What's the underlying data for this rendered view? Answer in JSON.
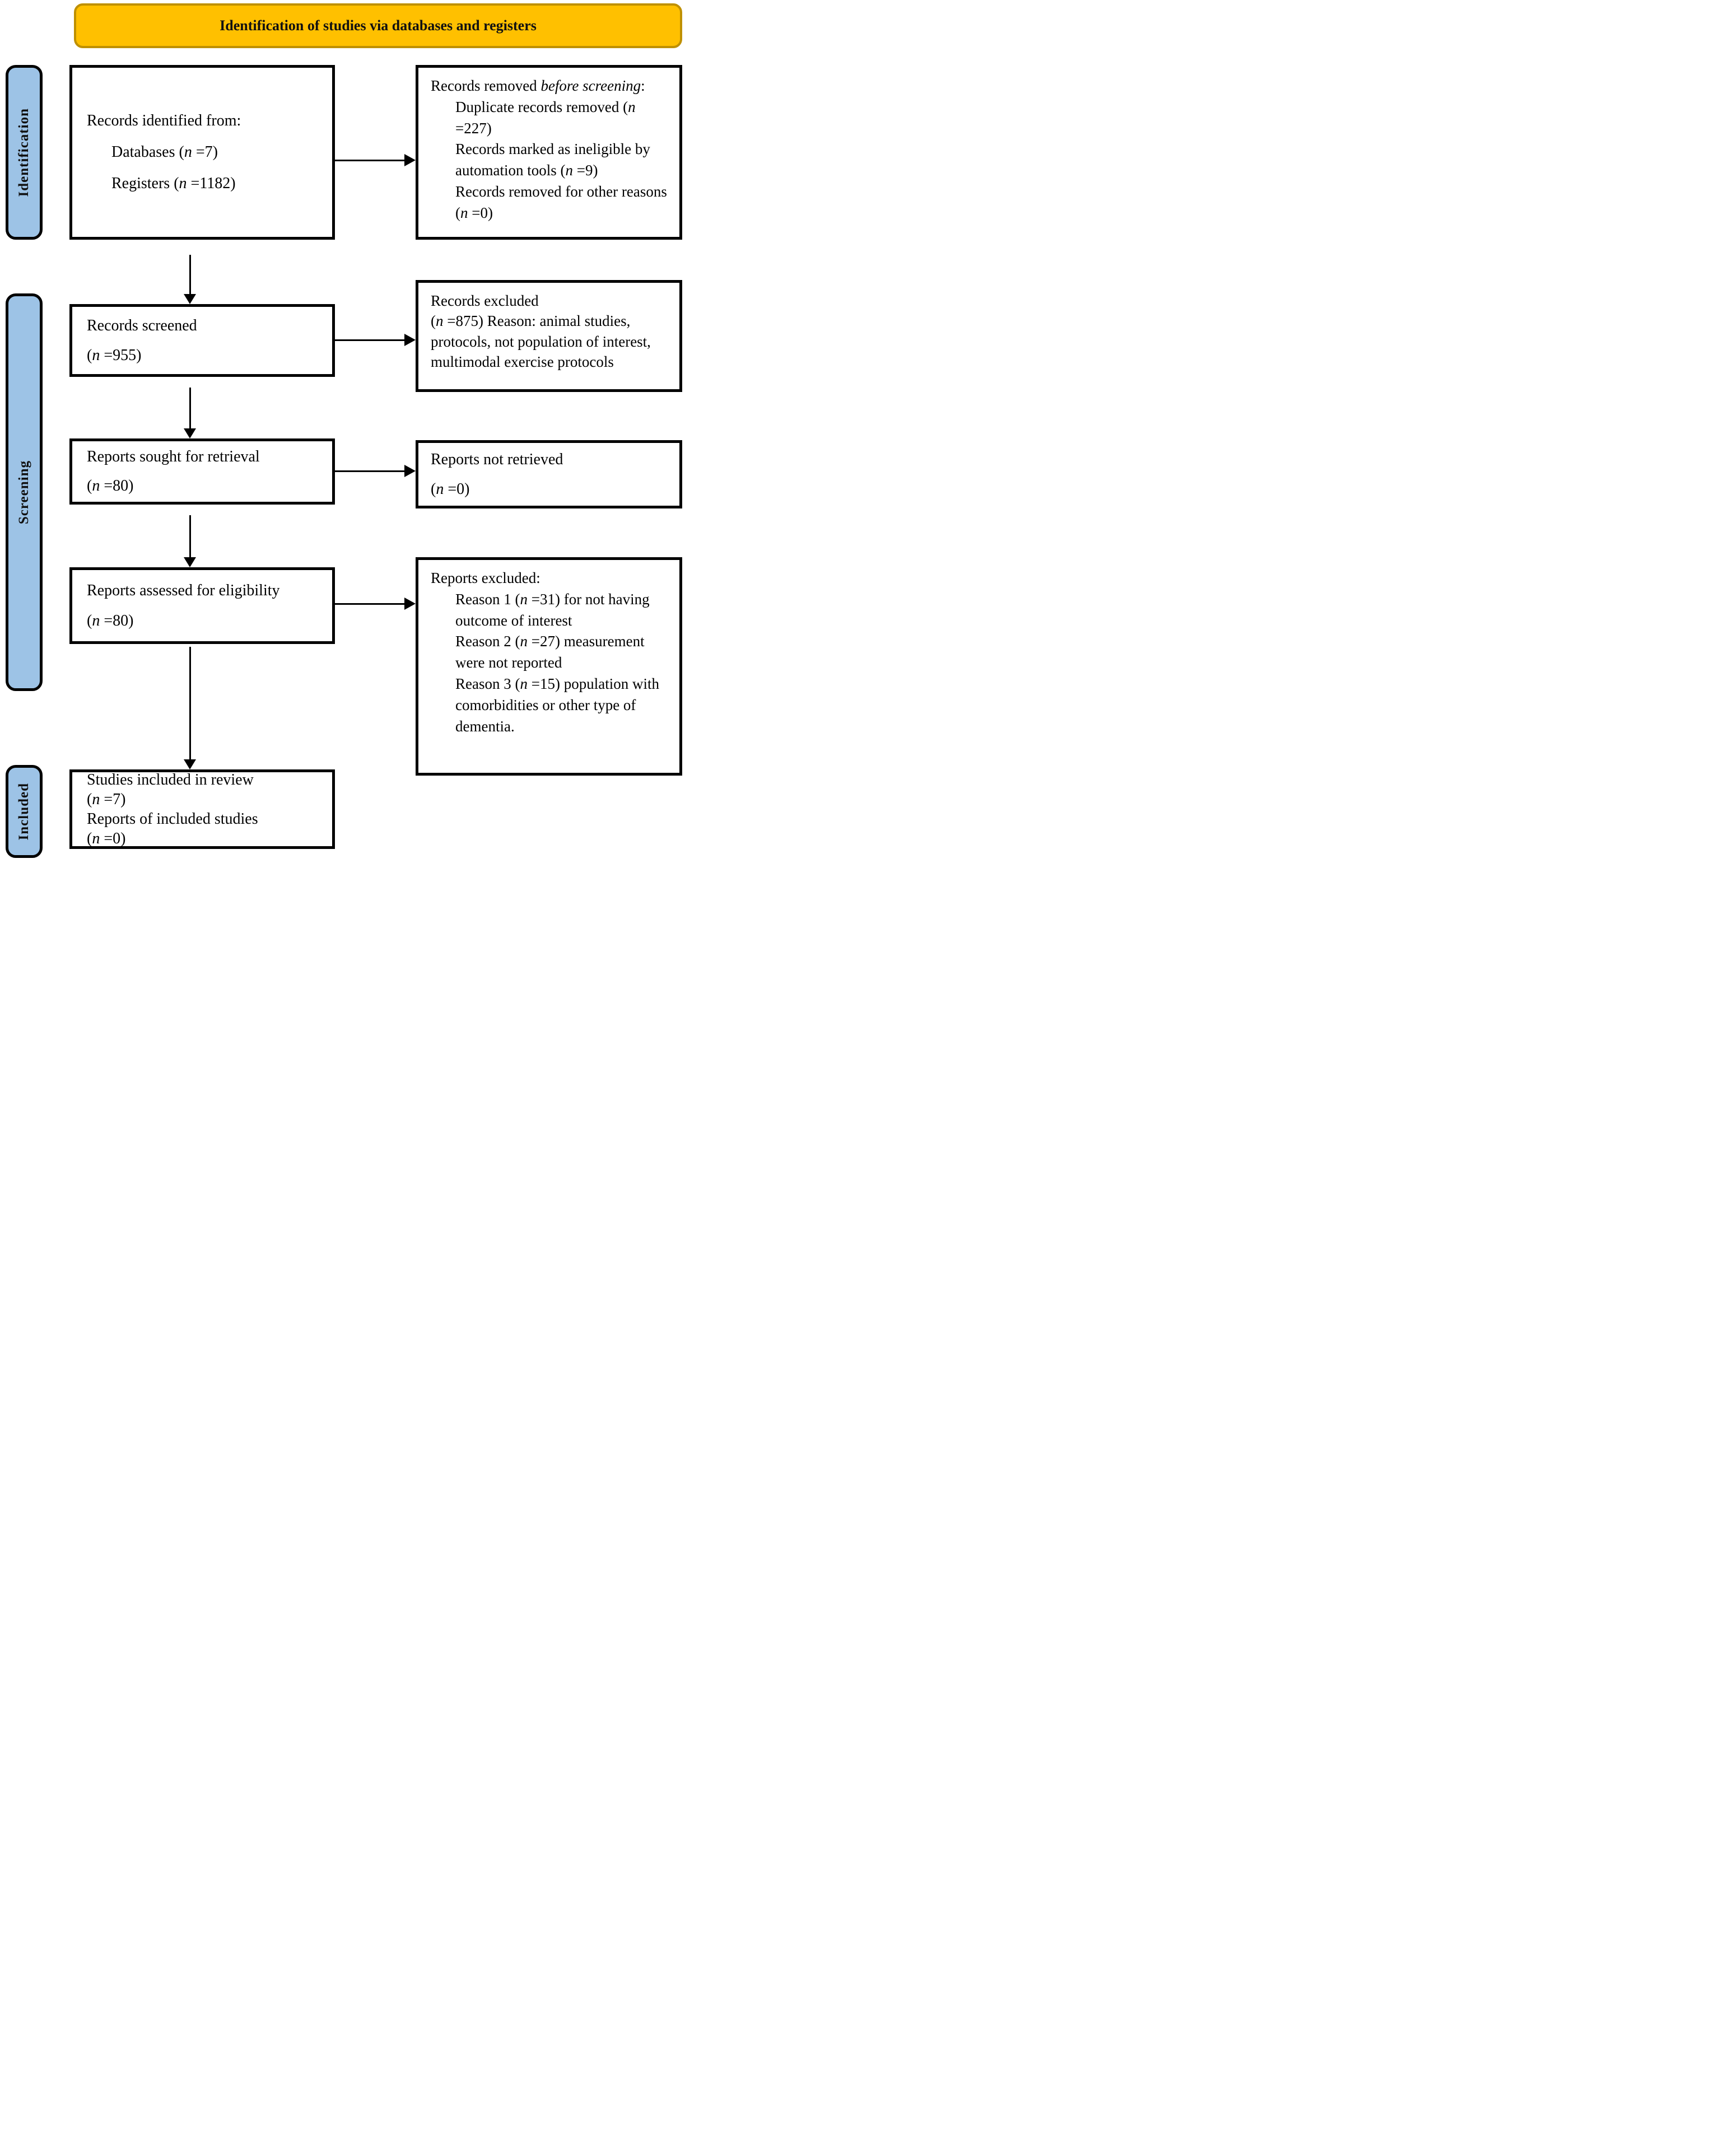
{
  "title_banner": {
    "label": "Identification of studies via databases and registers"
  },
  "stage_labels": {
    "identification": "Identification",
    "screening": "Screening",
    "included": "Included"
  },
  "colors": {
    "banner_fill": "#FFC000",
    "banner_border": "#BF9000",
    "stage_fill": "#9DC3E6",
    "box_border": "#000000",
    "background": "#FFFFFF",
    "text": "#000000"
  },
  "boxes": {
    "records_identified": {
      "lines": [
        {
          "indent": 0,
          "segs": [
            {
              "t": "Records identified from:"
            }
          ]
        },
        {
          "indent": 1,
          "segs": [
            {
              "t": "Databases ("
            },
            {
              "t": "n",
              "i": 1
            },
            {
              "t": " =7)"
            }
          ]
        },
        {
          "indent": 1,
          "segs": [
            {
              "t": "Registers ("
            },
            {
              "t": "n",
              "i": 1
            },
            {
              "t": " =1182)"
            }
          ]
        }
      ]
    },
    "records_removed": {
      "lines": [
        {
          "indent": 0,
          "segs": [
            {
              "t": "Records removed "
            },
            {
              "t": "before screening",
              "i": 1
            },
            {
              "t": ":"
            }
          ]
        },
        {
          "indent": 1,
          "segs": [
            {
              "t": "Duplicate records removed ("
            },
            {
              "t": "n",
              "i": 1
            },
            {
              "t": " =227)"
            }
          ]
        },
        {
          "indent": 1,
          "segs": [
            {
              "t": "Records marked as ineligible by automation tools ("
            },
            {
              "t": "n",
              "i": 1
            },
            {
              "t": " =9)"
            }
          ]
        },
        {
          "indent": 1,
          "segs": [
            {
              "t": "Records removed for other reasons ("
            },
            {
              "t": "n",
              "i": 1
            },
            {
              "t": " =0)"
            }
          ]
        }
      ]
    },
    "records_screened": {
      "lines": [
        {
          "indent": 0,
          "segs": [
            {
              "t": "Records screened"
            }
          ]
        },
        {
          "indent": 0,
          "segs": [
            {
              "t": "("
            },
            {
              "t": "n",
              "i": 1
            },
            {
              "t": " =955)"
            }
          ]
        }
      ]
    },
    "records_excluded": {
      "lines": [
        {
          "indent": 0,
          "segs": [
            {
              "t": "Records excluded"
            }
          ]
        },
        {
          "indent": 0,
          "segs": [
            {
              "t": "("
            },
            {
              "t": "n",
              "i": 1
            },
            {
              "t": " =875) Reason: animal studies, protocols, not population of interest, multimodal exercise protocols"
            }
          ]
        }
      ]
    },
    "reports_sought": {
      "lines": [
        {
          "indent": 0,
          "segs": [
            {
              "t": "Reports sought for retrieval"
            }
          ]
        },
        {
          "indent": 0,
          "segs": [
            {
              "t": "("
            },
            {
              "t": "n",
              "i": 1
            },
            {
              "t": " =80)"
            }
          ]
        }
      ]
    },
    "reports_not_retrieved": {
      "lines": [
        {
          "indent": 0,
          "segs": [
            {
              "t": "Reports not retrieved"
            }
          ]
        },
        {
          "indent": 0,
          "segs": [
            {
              "t": "("
            },
            {
              "t": "n",
              "i": 1
            },
            {
              "t": " =0)"
            }
          ]
        }
      ]
    },
    "reports_assessed": {
      "lines": [
        {
          "indent": 0,
          "segs": [
            {
              "t": "Reports assessed for eligibility"
            }
          ]
        },
        {
          "indent": 0,
          "segs": [
            {
              "t": "("
            },
            {
              "t": "n",
              "i": 1
            },
            {
              "t": " =80)"
            }
          ]
        }
      ]
    },
    "reports_excluded": {
      "lines": [
        {
          "indent": 0,
          "segs": [
            {
              "t": "Reports excluded:"
            }
          ]
        },
        {
          "indent": 1,
          "segs": [
            {
              "t": "Reason 1 ("
            },
            {
              "t": "n",
              "i": 1
            },
            {
              "t": " =31) for not having outcome of interest"
            }
          ]
        },
        {
          "indent": 1,
          "segs": [
            {
              "t": "Reason 2 ("
            },
            {
              "t": "n",
              "i": 1
            },
            {
              "t": " =27) measurement were not reported"
            }
          ]
        },
        {
          "indent": 1,
          "segs": [
            {
              "t": "Reason 3 ("
            },
            {
              "t": "n",
              "i": 1
            },
            {
              "t": " =15) population with comorbidities or other type of dementia."
            }
          ]
        }
      ]
    },
    "studies_included": {
      "lines": [
        {
          "indent": 0,
          "segs": [
            {
              "t": "Studies included in review"
            }
          ]
        },
        {
          "indent": 0,
          "segs": [
            {
              "t": "("
            },
            {
              "t": "n",
              "i": 1
            },
            {
              "t": " =7)"
            }
          ]
        },
        {
          "indent": 0,
          "segs": [
            {
              "t": "Reports of included studies"
            }
          ]
        },
        {
          "indent": 0,
          "segs": [
            {
              "t": "("
            },
            {
              "t": "n",
              "i": 1
            },
            {
              "t": " =0)"
            }
          ]
        }
      ]
    }
  }
}
